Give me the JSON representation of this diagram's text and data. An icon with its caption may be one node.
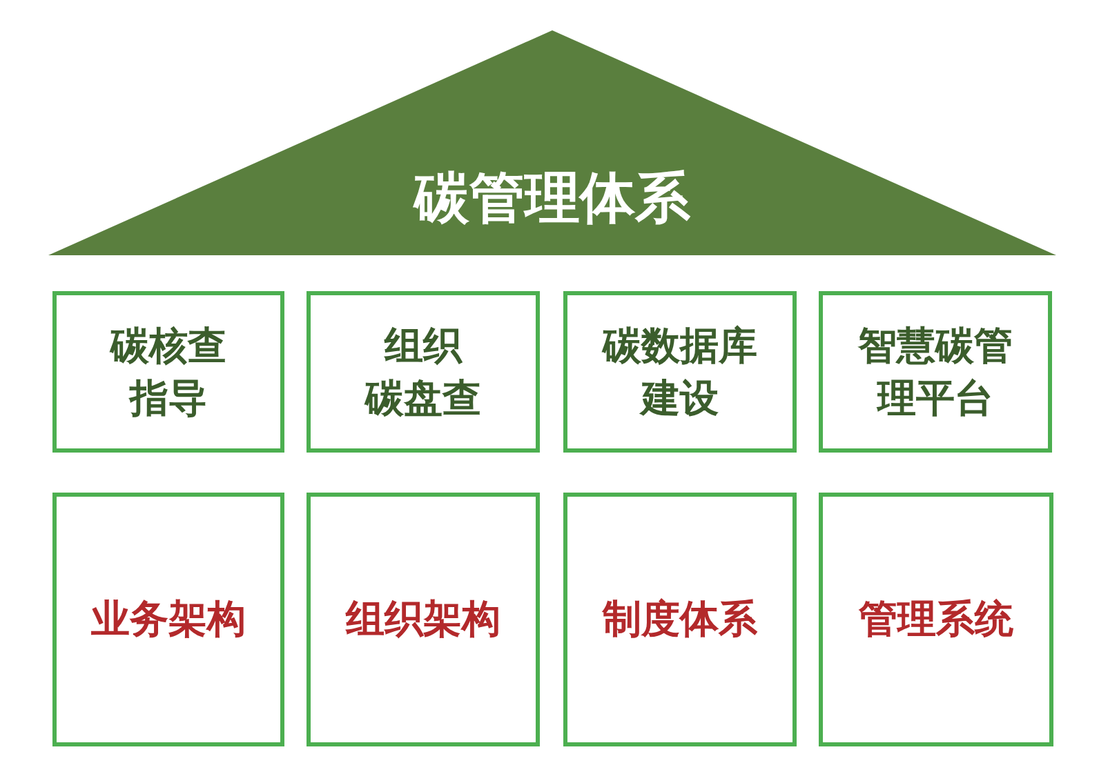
{
  "diagram": {
    "nodes": [
      {
        "text": [
          "碳管理体系"
        ]
      },
      {
        "text": [
          "碳核查指导"
        ]
      },
      {
        "text": [
          "组织碳盘查"
        ]
      },
      {
        "text": [
          "碳数据库建设"
        ]
      },
      {
        "text": [
          "智慧碳管理平台"
        ]
      },
      {
        "text": [
          "业务架构"
        ]
      },
      {
        "text": [
          "组织架构"
        ]
      },
      {
        "text": [
          "制度体系"
        ]
      },
      {
        "text": [
          "管理系统"
        ]
      }
    ]
  }
}
